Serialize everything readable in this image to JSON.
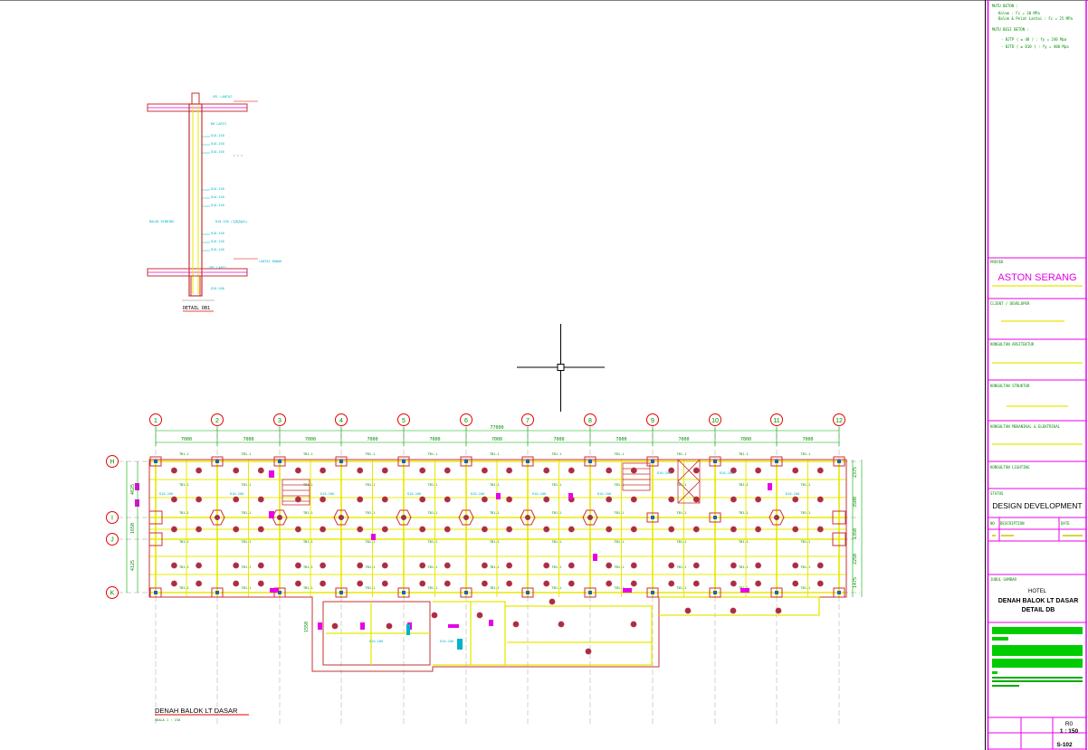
{
  "notes": {
    "mutu_beton_title": "MUTU BETON :",
    "mutu_beton_1": "Kolom : Fc = 30 MPa",
    "mutu_beton_2": "Balok & Pelat Lantai : Fc = 25 MPa",
    "mutu_besi_title": "MUTU BESI BETON :",
    "mutu_besi_1": "- BJTP ( ≤ d8 ) : fy = 240 Mpa",
    "mutu_besi_2": "- BJTD ( ≥ D10 ) : fy = 400 Mpa"
  },
  "title_block": {
    "proyek_label": "PROYEK",
    "project_name": "ASTON SERANG",
    "client_label": "CLIENT / DEVELOPER",
    "arsitektur_label": "KONSULTAN ARSITEKTUR",
    "struktur_label": "KONSULTAN STRUKTUR",
    "mekanikal_label": "KONSULTAN MEKANIKAL & ELEKTRIKAL",
    "lighting_label": "KONSULTAN LIGHTING",
    "status_label": "STATUS",
    "status": "DESIGN DEVELOPMENT",
    "no_label": "NO",
    "description_label": "DESCRIPTION",
    "date_label": "DATE",
    "judul_label": "JUDUL GAMBAR",
    "drawing_type": "HOTEL",
    "drawing_title_1": "DENAH BALOK LT DASAR",
    "drawing_title_2": "DETAIL DB",
    "scale": "1 : 150",
    "revision": "R0",
    "sheet_no": "S-102"
  },
  "detail": {
    "title": "DETAIL DB1"
  },
  "plan": {
    "title": "DENAH BALOK LT DASAR",
    "scale_text": "SKALA 1 : 150",
    "axis_numbers": [
      "1",
      "2",
      "3",
      "4",
      "5",
      "6",
      "7",
      "8",
      "9",
      "10",
      "11",
      "12"
    ],
    "axis_letters": [
      "H",
      "I",
      "J",
      "K"
    ],
    "bay_dims": [
      "7000",
      "7000",
      "7000",
      "7000",
      "7000",
      "7000",
      "7000",
      "7000",
      "7000",
      "7000",
      "7000"
    ],
    "total_dim": "77000",
    "left_dims": [
      "4625",
      "1650",
      "4125"
    ],
    "right_dims": [
      "2375",
      "3500",
      "1350",
      "2250",
      "1475"
    ],
    "bottom_dim": "1550"
  },
  "colors": {
    "grid": "#c0c0c0",
    "beam": "#e8e800",
    "column": "#c83232",
    "bubble": "#e60000",
    "dimension": "#00aa00",
    "frame": "#e000e0",
    "annotation": "#00b4c8",
    "label": "#008c00"
  }
}
